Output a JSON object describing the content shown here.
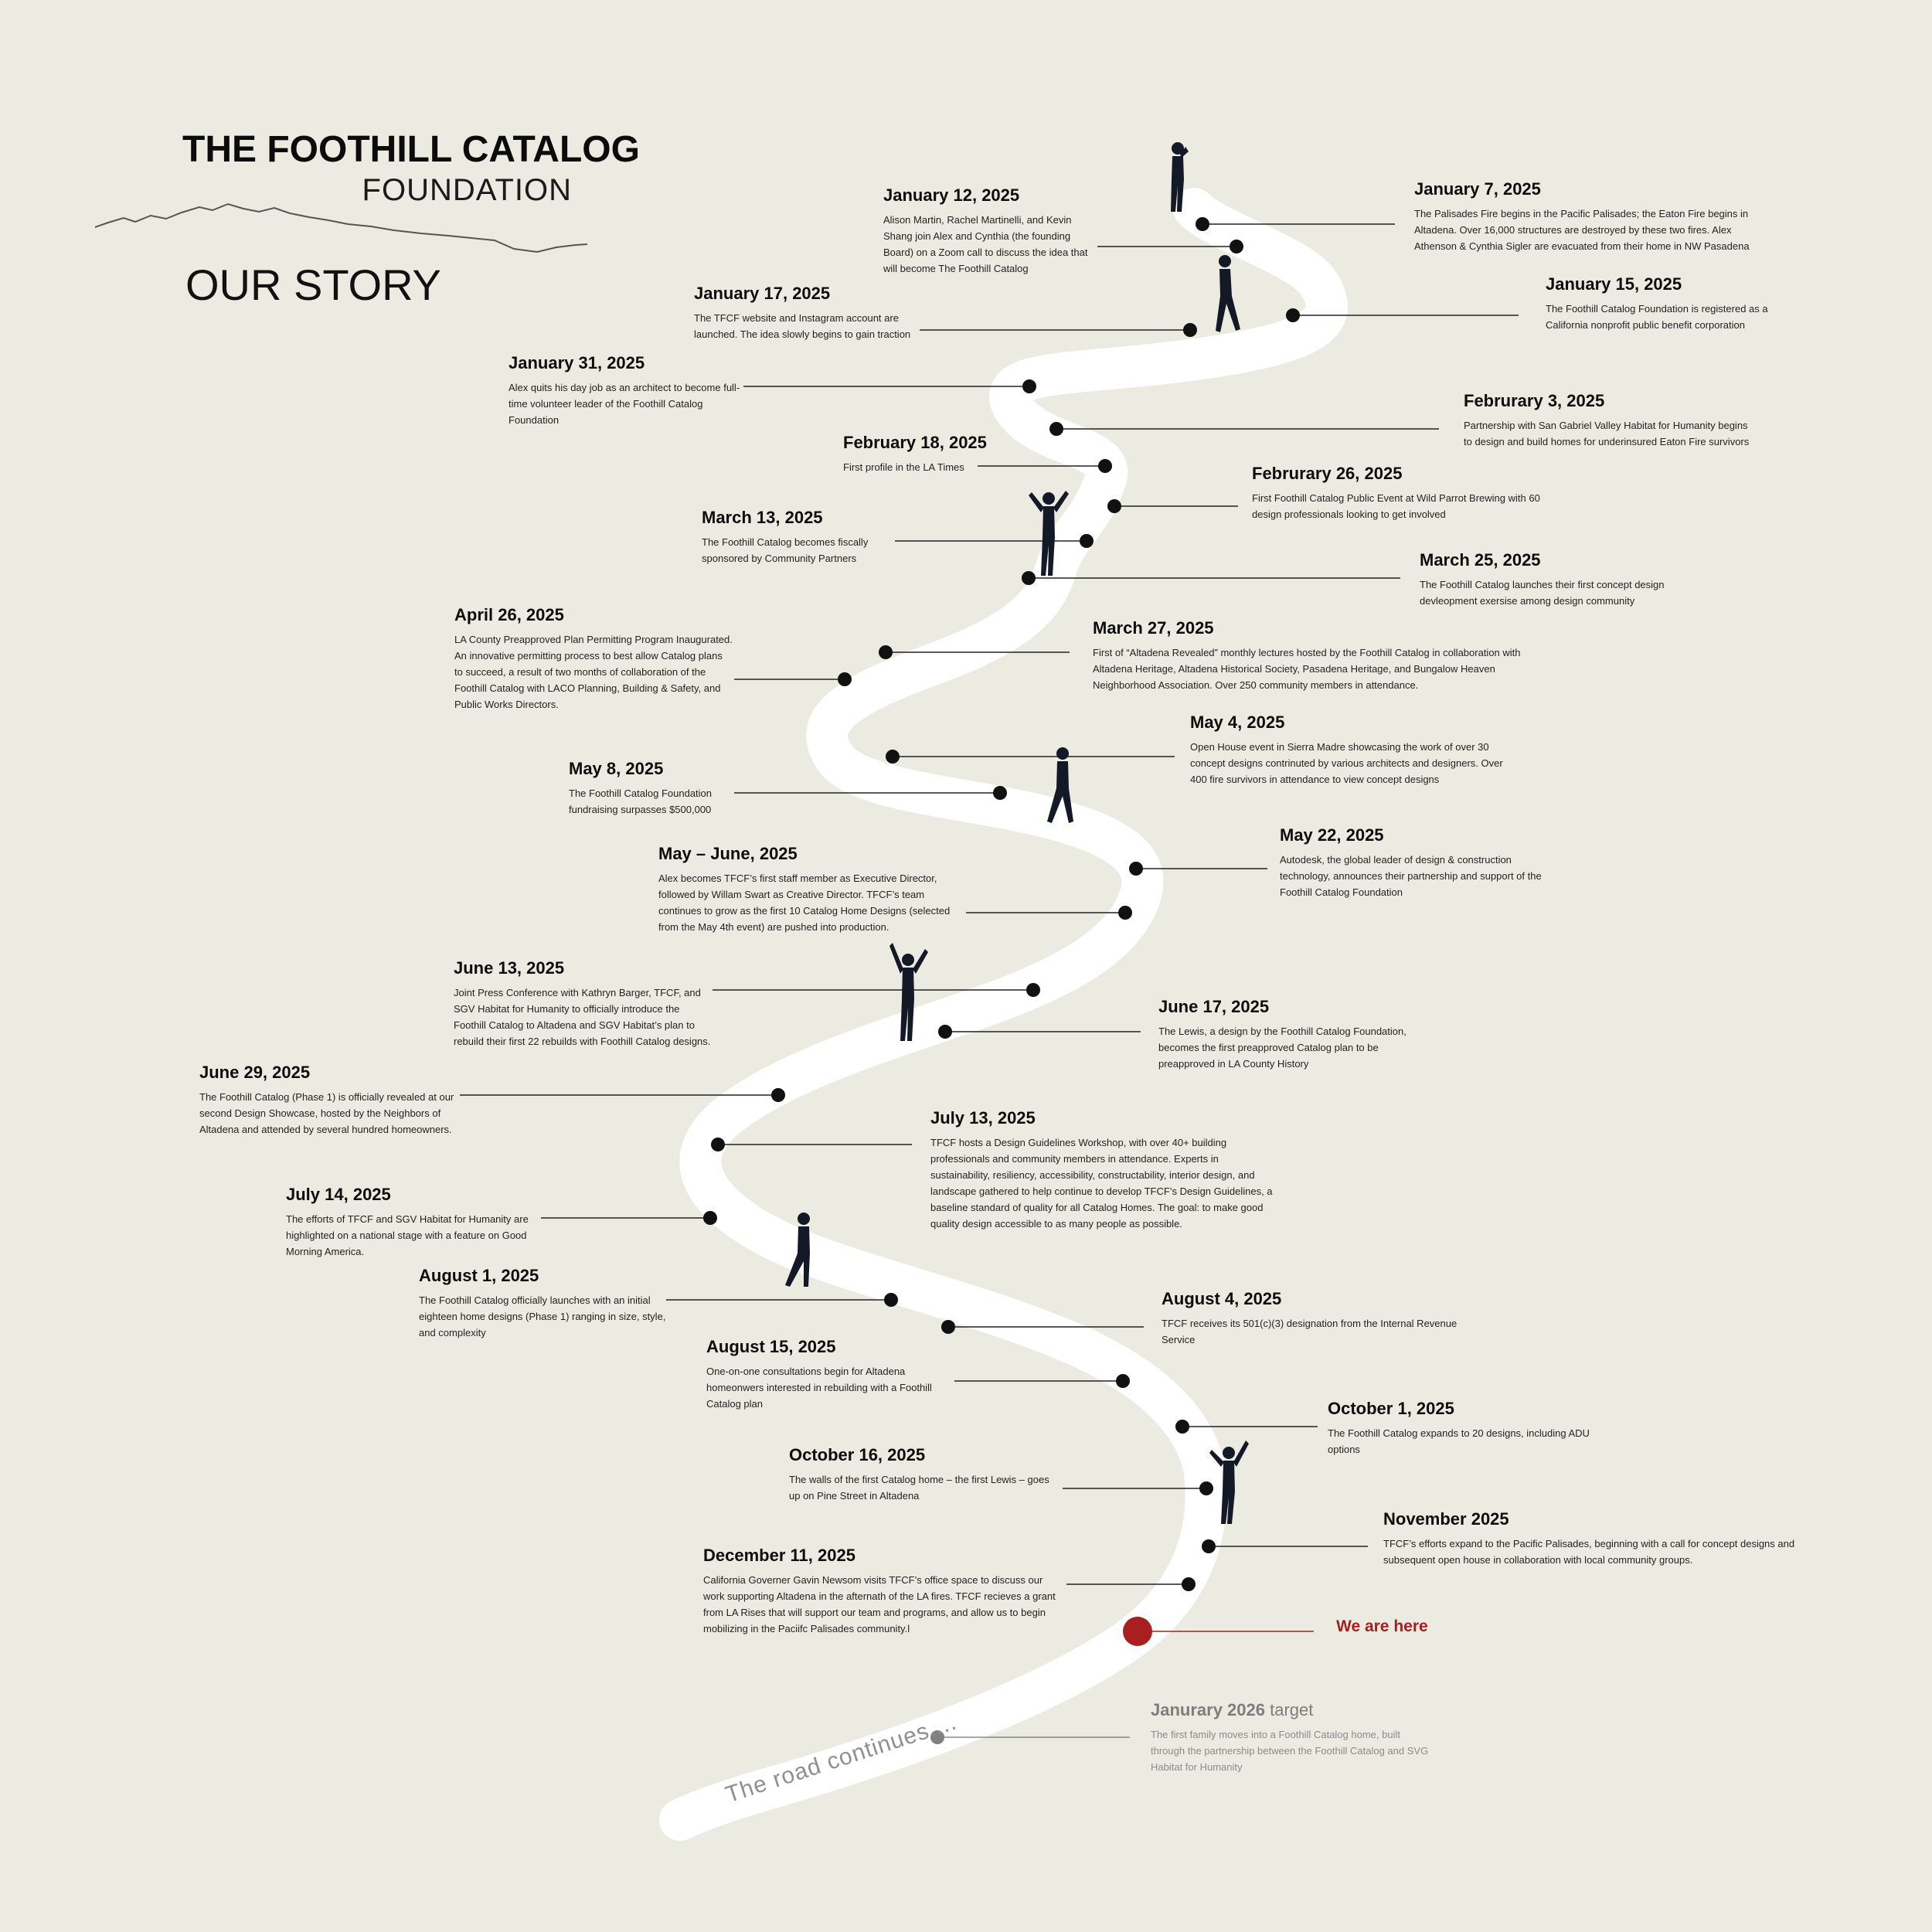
{
  "header": {
    "title": "THE FOOTHILL CATALOG",
    "subtitle": "FOUNDATION",
    "section_title": "OUR STORY"
  },
  "colors": {
    "background": "#ecebe2",
    "road": "#ffffff",
    "dot": "#111111",
    "here_marker": "#a7201f",
    "target_dot": "#808080"
  },
  "events": [
    {
      "date": "January 7, 2025",
      "desc": "The Palisades Fire begins in the Pacific Palisades; the Eaton Fire begins in Altadena. Over 16,000 structures are destroyed by these two fires. Alex Athenson & Cynthia Sigler are evacuated from their home in NW Pasadena"
    },
    {
      "date": "January 12, 2025",
      "desc": "Alison Martin, Rachel Martinelli, and Kevin Shang join Alex and Cynthia (the founding Board) on a Zoom call to discuss the idea that will become The Foothill Catalog"
    },
    {
      "date": "January 15, 2025",
      "desc": "The Foothill Catalog Foundation is registered as a California nonprofit public benefit corporation"
    },
    {
      "date": "January 17, 2025",
      "desc": "The TFCF website and Instagram account are launched. The idea slowly begins to gain traction"
    },
    {
      "date": "January 31, 2025",
      "desc": "Alex quits his day job as an architect to become full-time volunteer leader of the Foothill Catalog Foundation"
    },
    {
      "date": "Februrary 3, 2025",
      "desc": "Partnership with San Gabriel Valley Habitat for Humanity begins to design and build homes for underinsured Eaton Fire survivors"
    },
    {
      "date": "February 18, 2025",
      "desc": "First profile in the LA Times"
    },
    {
      "date": "Februrary 26, 2025",
      "desc": "First Foothill Catalog Public Event at Wild Parrot Brewing with 60 design professionals looking to get involved"
    },
    {
      "date": "March 13, 2025",
      "desc": "The Foothill Catalog becomes fiscally sponsored by Community Partners"
    },
    {
      "date": "March 25, 2025",
      "desc": "The Foothill Catalog launches their first concept design devleopment exersise among design community"
    },
    {
      "date": "March 27, 2025",
      "desc": "First of “Altadena Revealed” monthly lectures hosted by the Foothill Catalog in collaboration with Altadena Heritage, Altadena Historical Society, Pasadena Heritage, and Bungalow Heaven Neighborhood Association. Over 250 community members in attendance."
    },
    {
      "date": "April 26, 2025",
      "desc": "LA County Preapproved Plan Permitting Program Inaugurated. An innovative permitting process to best allow Catalog plans to succeed, a result of two months of collaboration of the Foothill Catalog with LACO Planning, Building & Safety, and Public Works Directors."
    },
    {
      "date": "May 4, 2025",
      "desc": "Open House event in Sierra Madre showcasing the work of over 30 concept designs contrinuted by various architects and designers. Over 400 fire survivors in attendance to view concept designs"
    },
    {
      "date": "May 8, 2025",
      "desc": " The Foothill Catalog Foundation fundraising surpasses $500,000"
    },
    {
      "date": "May 22, 2025",
      "desc": "Autodesk, the global leader of design & construction technology, announces their partnership and support of the Foothill Catalog Foundation"
    },
    {
      "date": "May – June, 2025",
      "desc": "Alex becomes TFCF’s first staff member as Executive Director, followed by Willam Swart as Creative Director. TFCF’s team continues to grow as the first 10 Catalog Home Designs (selected from the May 4th event) are pushed into production."
    },
    {
      "date": "June 13, 2025",
      "desc": "Joint Press Conference with Kathryn Barger, TFCF, and SGV Habitat for Humanity to officially introduce the Foothill Catalog to Altadena and SGV Habitat’s plan to rebuild their first 22 rebuilds with Foothill Catalog designs."
    },
    {
      "date": "June 17, 2025",
      "desc": "The Lewis, a design by the Foothill Catalog Foundation, becomes the first preapproved Catalog plan to be preapproved in LA County History"
    },
    {
      "date": "June 29, 2025",
      "desc": "The Foothill Catalog (Phase 1) is officially revealed at our second Design Showcase, hosted by the Neighbors of Altadena and attended by several hundred homeowners."
    },
    {
      "date": "July 13, 2025",
      "desc": "TFCF hosts a Design Guidelines Workshop, with over 40+ building professionals and community members in attendance. Experts in sustainability, resiliency, accessibility, constructability, interior design, and landscape gathered to help continue to develop TFCF’s Design Guidelines, a baseline standard of quality for all Catalog Homes. The goal: to make good quality design accessible to as many people as possible."
    },
    {
      "date": "July 14, 2025",
      "desc": "The efforts of TFCF and  SGV  Habitat for Humanity are highlighted on a national stage with a feature on Good Morning America."
    },
    {
      "date": "August 1, 2025",
      "desc": "The Foothill Catalog officially launches with an initial eighteen home designs (Phase 1) ranging in size, style, and complexity"
    },
    {
      "date": "August 4, 2025",
      "desc": "TFCF receives its 501(c)(3) designation from the Internal Revenue Service"
    },
    {
      "date": "August 15, 2025",
      "desc": "One-on-one consultations begin for Altadena homeonwers interested in rebuilding with a Foothill Catalog plan"
    },
    {
      "date": "October 1, 2025",
      "desc": "The Foothill Catalog expands to 20 designs, including ADU options"
    },
    {
      "date": "October 16, 2025",
      "desc": "The walls of the first Catalog home – the first Lewis – goes up on Pine Street in Altadena"
    },
    {
      "date": "November 2025",
      "desc": "TFCF’s efforts expand to the Pacific Palisades, beginning with a call for concept designs and subsequent open house in collaboration with local community groups."
    },
    {
      "date": "December 11, 2025",
      "desc": "California Governer Gavin Newsom visits TFCF’s office space to discuss our work supporting Altadena in the afternath of the LA fires. TFCF recieves a grant from LA Rises that will support our team and programs, and allow us to begin mobilizing in the Paciifc Palisades community.l"
    }
  ],
  "target": {
    "date": "Janurary 2026",
    "suffix": "target",
    "desc": "The first family moves into a Foothill Catalog home, built through the partnership between the Foothill Catalog and SVG Habitat for Humanity"
  },
  "here_label": "We are here",
  "road_caption": "The road continues...."
}
